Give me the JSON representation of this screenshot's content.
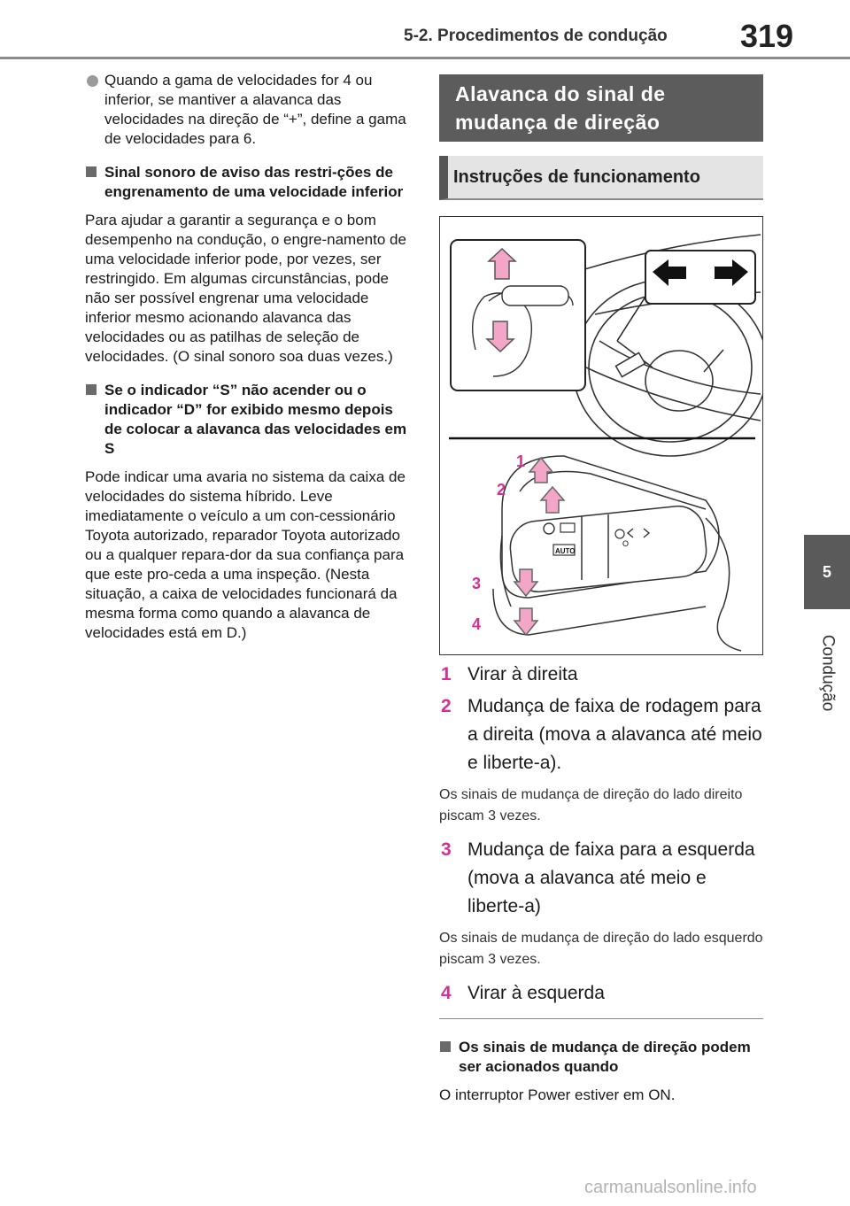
{
  "header": {
    "section_title": "5-2. Procedimentos de condução",
    "page_number": "319"
  },
  "side_tab": {
    "chapter_number": "5",
    "chapter_label": "Condução"
  },
  "left_column": {
    "bullet_text": "Quando a gama de velocidades for 4 ou inferior, se mantiver a alavanca das velocidades na direção de “+”, define a gama de velocidades para 6.",
    "section1_heading": "Sinal sonoro de aviso das restri-ções de engrenamento de uma velocidade inferior",
    "section1_body": "Para ajudar a garantir a segurança e o bom desempenho na condução, o engre-namento de uma velocidade inferior pode, por vezes, ser restringido. Em algumas circunstâncias, pode não ser possível engrenar uma velocidade inferior mesmo acionando alavanca das velocidades ou as patilhas de seleção de velocidades. (O sinal sonoro soa duas vezes.)",
    "section2_heading": "Se o indicador “S” não acender ou o indicador “D” for exibido mesmo depois de colocar a alavanca das velocidades em S",
    "section2_body": "Pode indicar uma avaria no sistema da caixa de velocidades do sistema híbrido. Leve imediatamente o veículo a um con-cessionário Toyota autorizado, reparador Toyota autorizado ou a qualquer repara-dor da sua confiança para que este pro-ceda a uma inspeção. (Nesta situação, a caixa de velocidades funcionará da mesma forma como quando a alavanca de velocidades está em D.)"
  },
  "right_column": {
    "section_title": "Alavanca do sinal de mudança de direção",
    "subsection_title": "Instruções de funcionamento",
    "illustration": {
      "labels": [
        "1",
        "2",
        "3",
        "4"
      ],
      "switch_labels": {
        "auto": "AUTO",
        "off": "O"
      },
      "icons": [
        "turn-signal-arrows-icon",
        "headlight-icon",
        "fog-light-icon",
        "parking-light-icon"
      ]
    },
    "items": [
      {
        "num": "1",
        "text": "Virar à direita"
      },
      {
        "num": "2",
        "text": "Mudança de faixa de rodagem para a direita (mova a alavanca até meio e liberte-a).",
        "note": "Os sinais de mudança de direção do lado direito piscam 3 vezes."
      },
      {
        "num": "3",
        "text": "Mudança de faixa para a esquerda (mova a alavanca até meio e liberte-a)",
        "note": "Os sinais de mudança de direção do lado esquerdo piscam 3 vezes."
      },
      {
        "num": "4",
        "text": "Virar à esquerda"
      }
    ],
    "condition_heading": "Os sinais de mudança de direção podem ser acionados quando",
    "condition_body": "O interruptor Power estiver em ON."
  },
  "watermark": "carmanualsonline.info",
  "colors": {
    "accent": "#d62e92",
    "arrow_fill": "#f4a6c8",
    "header_bar": "#5c5c5c"
  }
}
